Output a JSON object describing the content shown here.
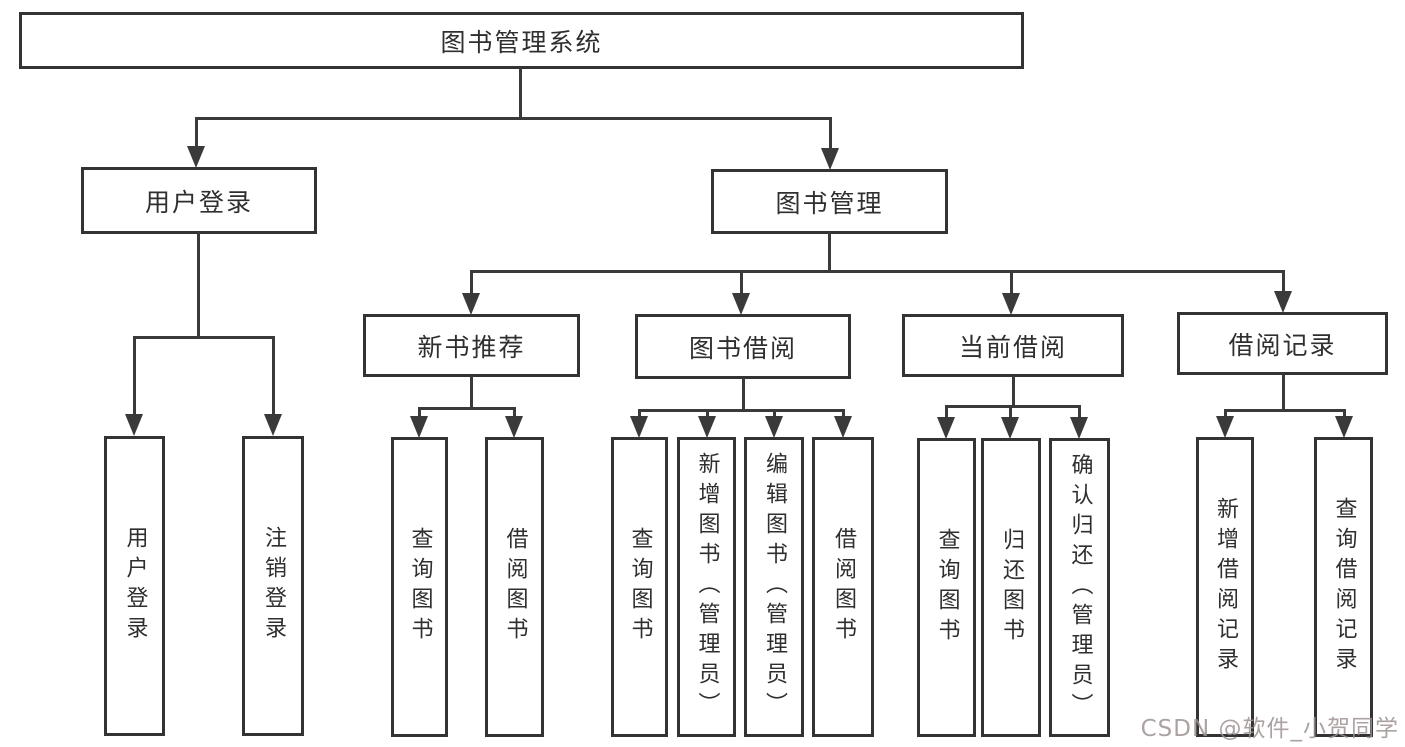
{
  "diagram_title": "图书管理系统",
  "tree": {
    "label": "图书管理系统",
    "children": [
      {
        "label": "用户登录",
        "children": [
          {
            "label": "用户登录"
          },
          {
            "label": "注销登录"
          }
        ]
      },
      {
        "label": "图书管理",
        "children": [
          {
            "label": "新书推荐",
            "children": [
              {
                "label": "查询图书"
              },
              {
                "label": "借阅图书"
              }
            ]
          },
          {
            "label": "图书借阅",
            "children": [
              {
                "label": "查询图书"
              },
              {
                "label": "新增图书（管理员）"
              },
              {
                "label": "编辑图书（管理员）"
              },
              {
                "label": "借阅图书"
              }
            ]
          },
          {
            "label": "当前借阅",
            "children": [
              {
                "label": "查询图书"
              },
              {
                "label": "归还图书"
              },
              {
                "label": "确认归还（管理员）"
              }
            ]
          },
          {
            "label": "借阅记录",
            "children": [
              {
                "label": "新增借阅记录"
              },
              {
                "label": "查询借阅记录"
              }
            ]
          }
        ]
      }
    ]
  },
  "watermark": "CSDN @软件_小贺同学",
  "colors": {
    "line": "#3a3a3a",
    "box_border": "#333333",
    "text": "#2f2f2f",
    "background": "#ffffff",
    "watermark": "#9e9292"
  }
}
